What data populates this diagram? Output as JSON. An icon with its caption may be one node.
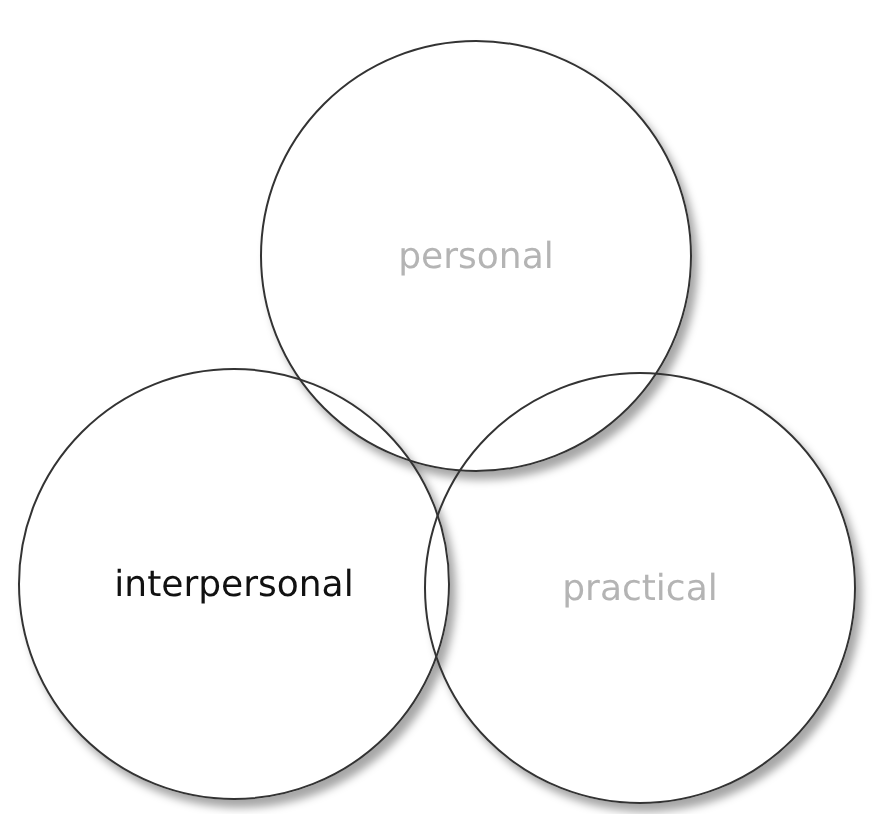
{
  "diagram": {
    "nodes": [
      {
        "text": [
          "personal"
        ]
      },
      {
        "text": [
          "interpersonal"
        ]
      },
      {
        "text": [
          "practical"
        ]
      }
    ]
  }
}
